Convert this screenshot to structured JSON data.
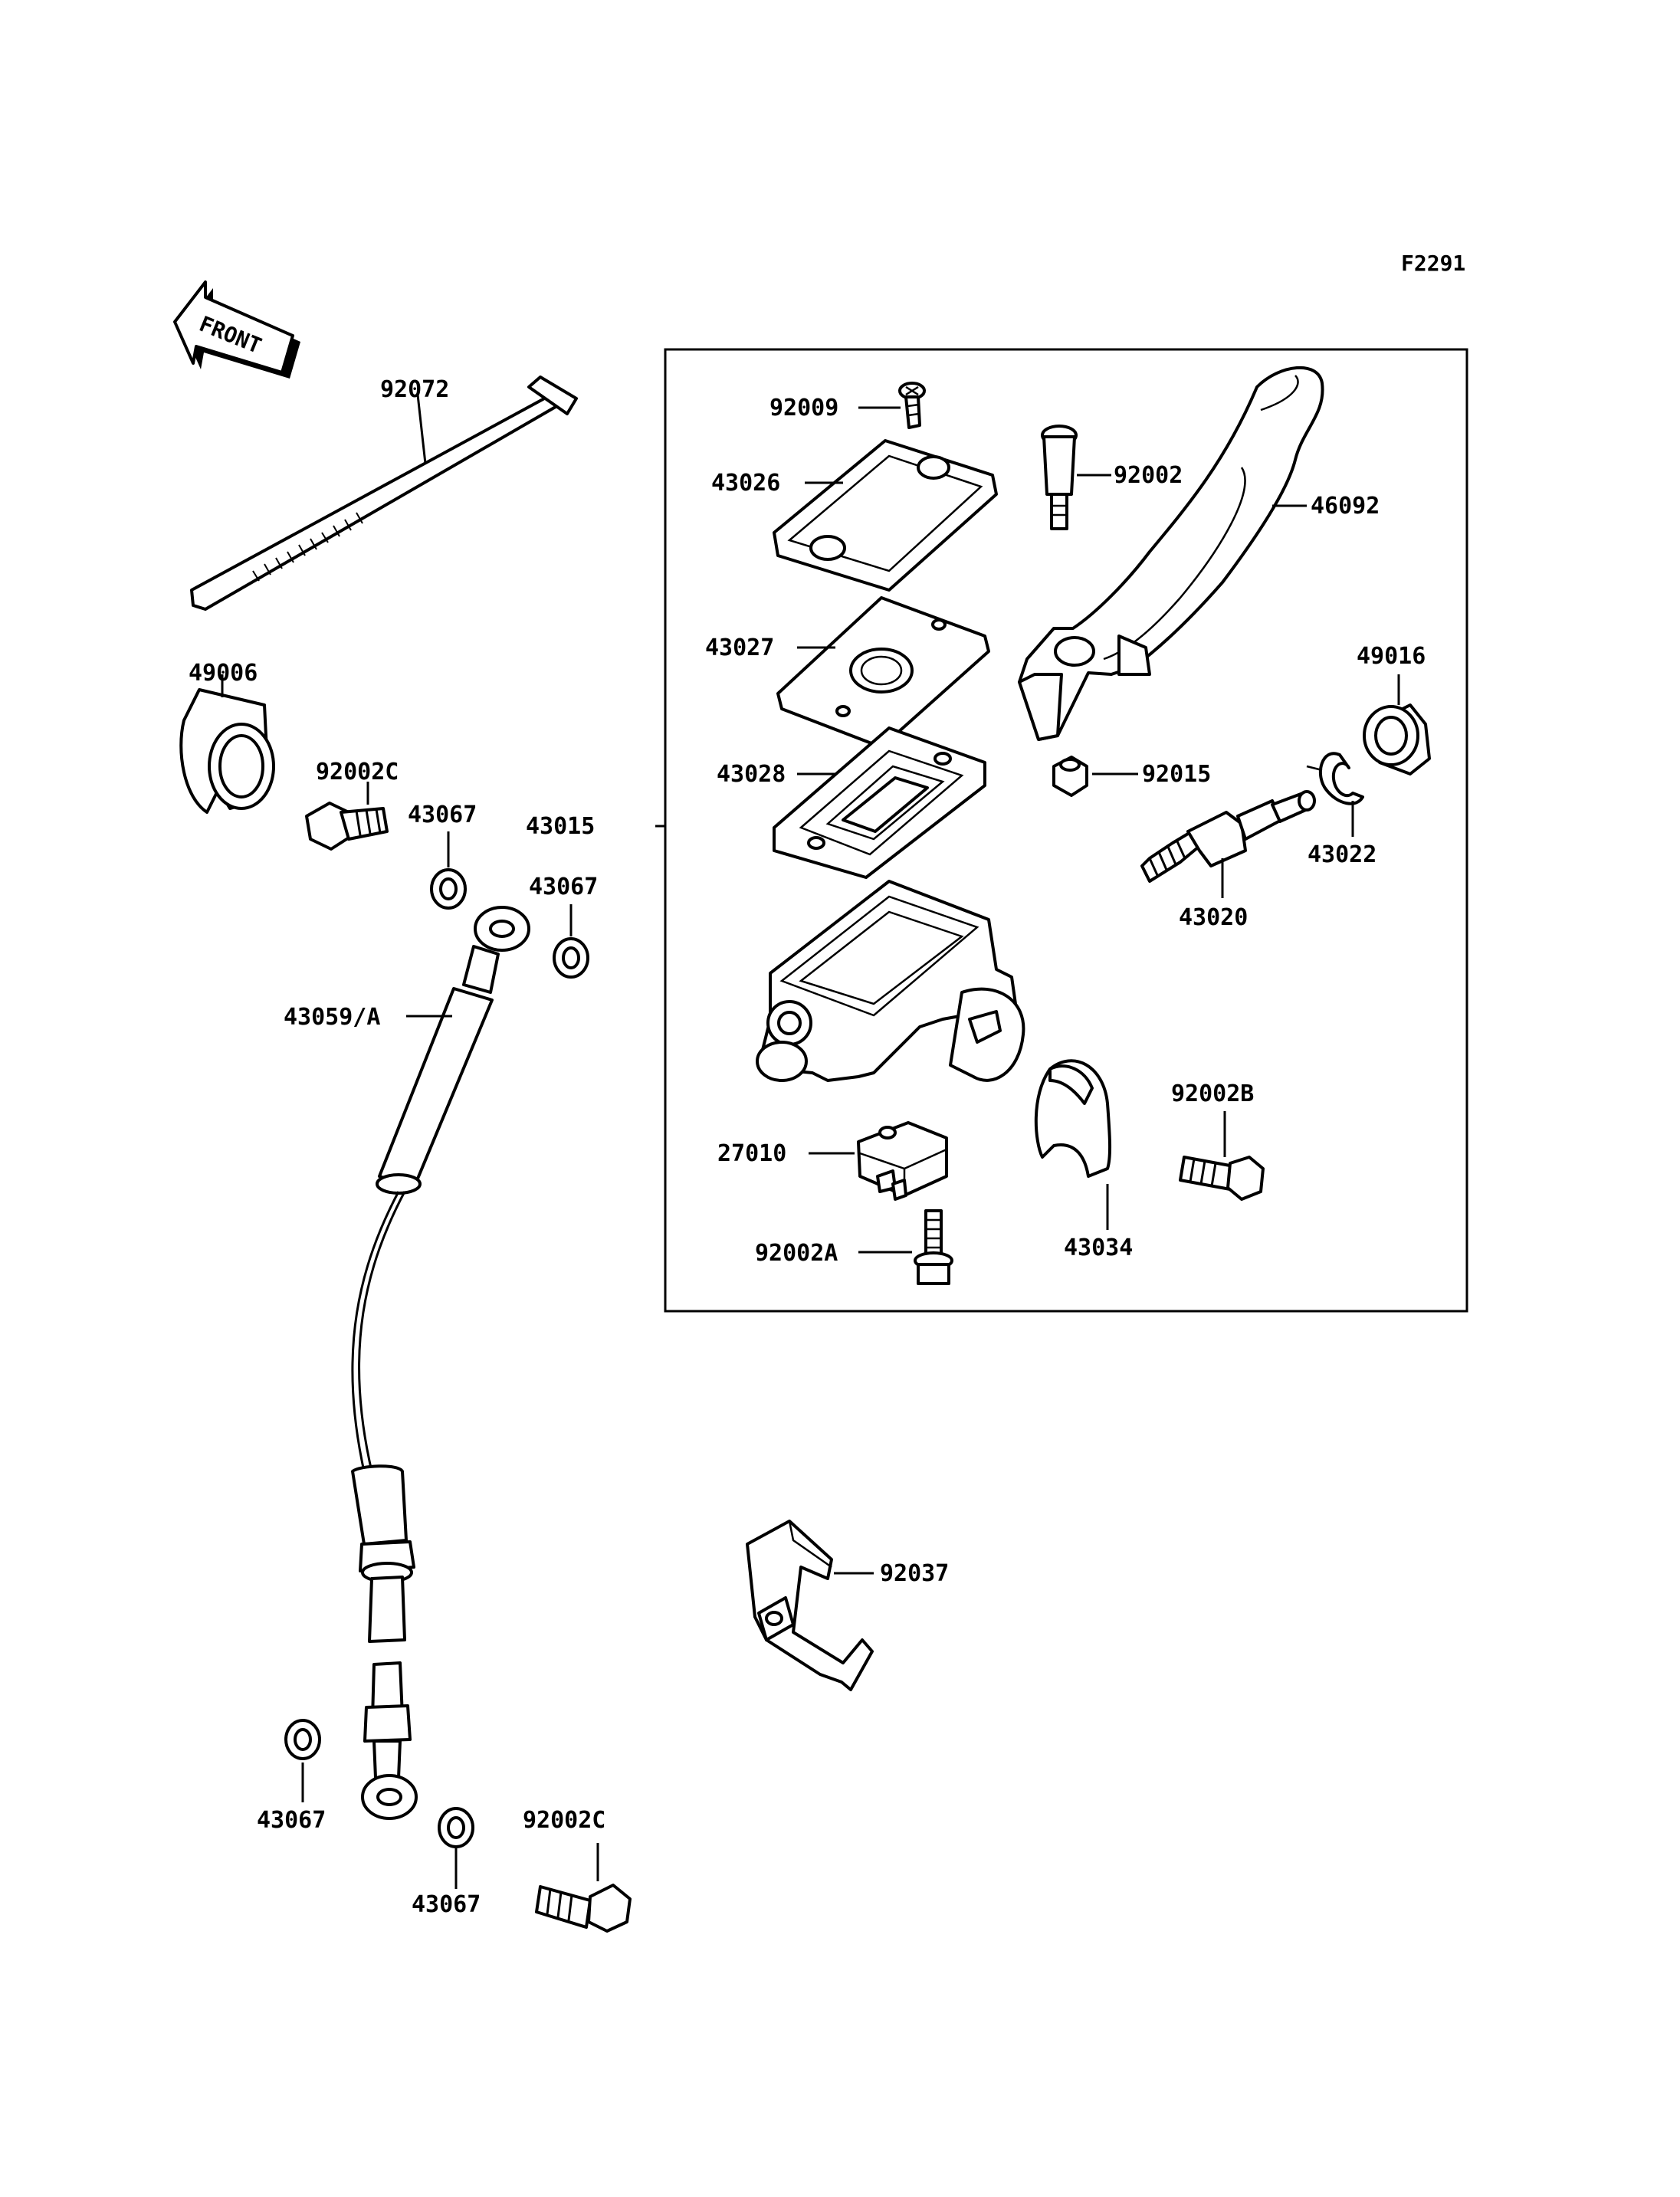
{
  "diagram": {
    "code": "F2291",
    "front_label": "FRONT",
    "assembly_label": "43015",
    "parts": {
      "p92072": "92072",
      "p49006": "49006",
      "p92002c_top": "92002C",
      "p43067_a": "43067",
      "p43067_b": "43067",
      "p43059": "43059/A",
      "p43067_c": "43067",
      "p43067_d": "43067",
      "p92002c_bot": "92002C",
      "p92037": "92037",
      "p92009": "92009",
      "p43026": "43026",
      "p92002": "92002",
      "p46092": "46092",
      "p43027": "43027",
      "p49016": "49016",
      "p43028": "43028",
      "p92015": "92015",
      "p43022": "43022",
      "p43020": "43020",
      "p92002b": "92002B",
      "p27010": "27010",
      "p43034": "43034",
      "p92002a": "92002A"
    }
  }
}
